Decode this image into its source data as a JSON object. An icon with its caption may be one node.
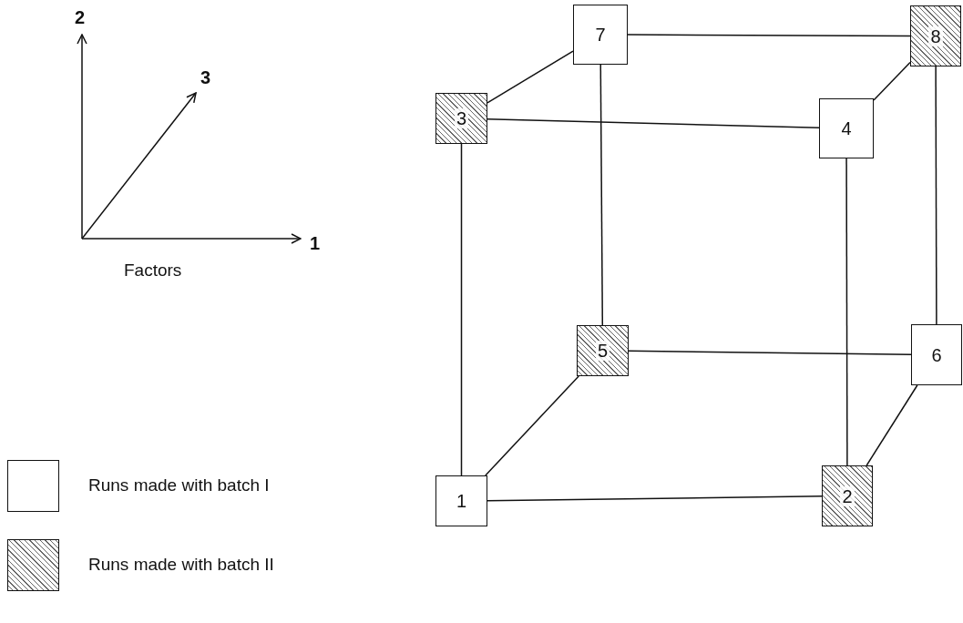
{
  "diagram": {
    "nodes": [
      {
        "text": [
          "7"
        ]
      },
      {
        "text": [
          "8"
        ]
      },
      {
        "text": [
          "3"
        ]
      },
      {
        "text": [
          "4"
        ]
      },
      {
        "text": [
          "5"
        ]
      },
      {
        "text": [
          "6"
        ]
      },
      {
        "text": [
          "1"
        ]
      },
      {
        "text": [
          "2"
        ]
      }
    ],
    "edges": [
      {
        "from": 0,
        "to": 1,
        "arrow": "none"
      },
      {
        "from": 0,
        "to": 2,
        "arrow": "none"
      },
      {
        "from": 1,
        "to": 3,
        "arrow": "none"
      },
      {
        "from": 2,
        "to": 3,
        "arrow": "none"
      },
      {
        "from": 0,
        "to": 4,
        "arrow": "none"
      },
      {
        "from": 1,
        "to": 5,
        "arrow": "none"
      },
      {
        "from": 2,
        "to": 6,
        "arrow": "none"
      },
      {
        "from": 3,
        "to": 7,
        "arrow": "none"
      },
      {
        "from": 4,
        "to": 5,
        "arrow": "none"
      },
      {
        "from": 4,
        "to": 6,
        "arrow": "none"
      },
      {
        "from": 5,
        "to": 7,
        "arrow": "none"
      },
      {
        "from": 6,
        "to": 7,
        "arrow": "none"
      }
    ],
    "labels": [
      "2",
      "3",
      "1",
      "Factors"
    ],
    "legend": [
      {
        "text": "Runs made with batch I"
      },
      {
        "text": "Runs made with batch II"
      }
    ]
  }
}
